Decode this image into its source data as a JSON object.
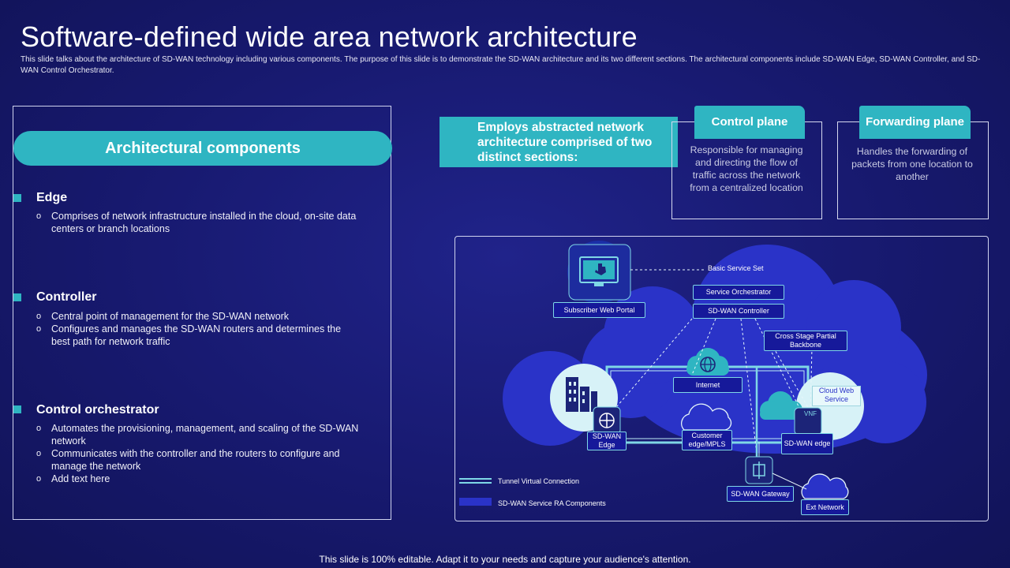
{
  "title": "Software-defined wide area network architecture",
  "subtitle": "This slide talks about the architecture of SD-WAN technology including various components. The purpose of this slide is to demonstrate the SD-WAN architecture and its two different sections. The architectural components include SD-WAN Edge, SD-WAN Controller, and SD-WAN Control Orchestrator.",
  "left": {
    "header": "Architectural components",
    "sections": [
      {
        "title": "Edge",
        "bullets": [
          "Comprises of network infrastructure installed in the cloud, on-site data centers or branch locations"
        ]
      },
      {
        "title": "Controller",
        "bullets": [
          "Central point of management for the SD-WAN network",
          "Configures and manages the SD-WAN routers and determines the best path for network traffic"
        ]
      },
      {
        "title": "Control orchestrator",
        "bullets": [
          "Automates the provisioning, management, and scaling of the SD-WAN network",
          "Communicates with the controller and the routers to configure and manage the network",
          "Add text here"
        ]
      }
    ]
  },
  "employs": "Employs abstracted network architecture comprised of two distinct sections:",
  "planes": [
    {
      "title": "Control plane",
      "text": "Responsible for managing and directing the flow of traffic across the network from a centralized location"
    },
    {
      "title": "Forwarding plane",
      "text": "Handles the forwarding of packets from one location to another"
    }
  ],
  "diagram": {
    "basic_service_set": "Basic Service Set",
    "service_orchestrator": "Service Orchestrator",
    "sdwan_controller": "SD-WAN Controller",
    "subscriber_portal": "Subscriber Web Portal",
    "cross_stage": "Cross Stage Partial Backbone",
    "internet": "Internet",
    "cloud_web_service": "Cloud Web Service",
    "vnf": "VNF",
    "sdwan_edge_left": "SD-WAN Edge",
    "customer_edge": "Customer edge/MPLS",
    "sdwan_edge_right": "SD-WAN edge",
    "sdwan_gateway": "SD-WAN Gateway",
    "ext_network": "Ext Network",
    "legend_tunnel": "Tunnel Virtual Connection",
    "legend_components": "SD-WAN Service RA Components"
  },
  "footer": "This slide is 100% editable. Adapt it to your needs and capture your audience's attention.",
  "colors": {
    "background": "#17196e",
    "accent": "#2fb5c2",
    "cloud": "#2a33c8"
  }
}
